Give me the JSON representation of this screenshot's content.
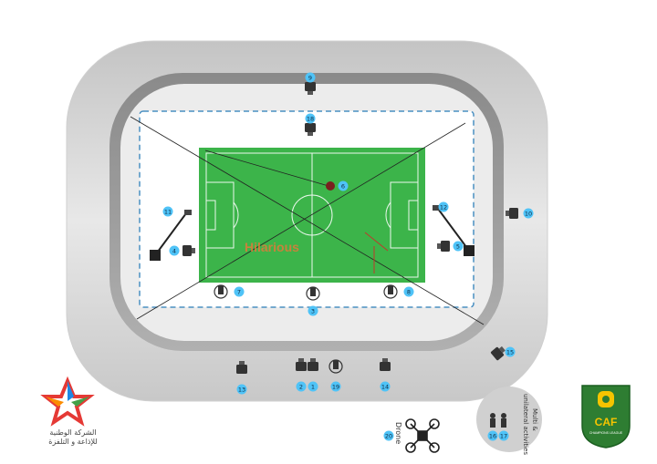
{
  "broadcaster": {
    "name_line1": "الشركة الوطنية",
    "name_line2": "للإذاعة و التلفزة",
    "colors": [
      "#e53935",
      "#1e88e5",
      "#43a047",
      "#fb8c00"
    ]
  },
  "caf_logo": {
    "text": "CAF",
    "subtext": "CHAMPIONS LEAGUE",
    "color_green": "#2e7d32",
    "color_gold": "#f6c400"
  },
  "cameras": [
    {
      "num": "1"
    },
    {
      "num": "2"
    },
    {
      "num": "3"
    },
    {
      "num": "4"
    },
    {
      "num": "5"
    },
    {
      "num": "6"
    },
    {
      "num": "7"
    },
    {
      "num": "8"
    },
    {
      "num": "9"
    },
    {
      "num": "10"
    },
    {
      "num": "11"
    },
    {
      "num": "12"
    },
    {
      "num": "13"
    },
    {
      "num": "14"
    },
    {
      "num": "15"
    },
    {
      "num": "16"
    },
    {
      "num": "17"
    },
    {
      "num": "18"
    },
    {
      "num": "19"
    },
    {
      "num": "20"
    }
  ],
  "legend": {
    "drone_label": "Drone",
    "drone_num": "20",
    "multi_label_line1": "Multi &",
    "multi_label_line2": "unilateral activities",
    "multi_nums": [
      "16",
      "17"
    ]
  },
  "watermark": "Hilarious",
  "colors": {
    "stadium_outer": "#d8d8d8",
    "stadium_ring": "#9e9e9e",
    "pitch": "#3cb44a",
    "badge": "#4fc3f7",
    "dash": "#4a90c2"
  }
}
